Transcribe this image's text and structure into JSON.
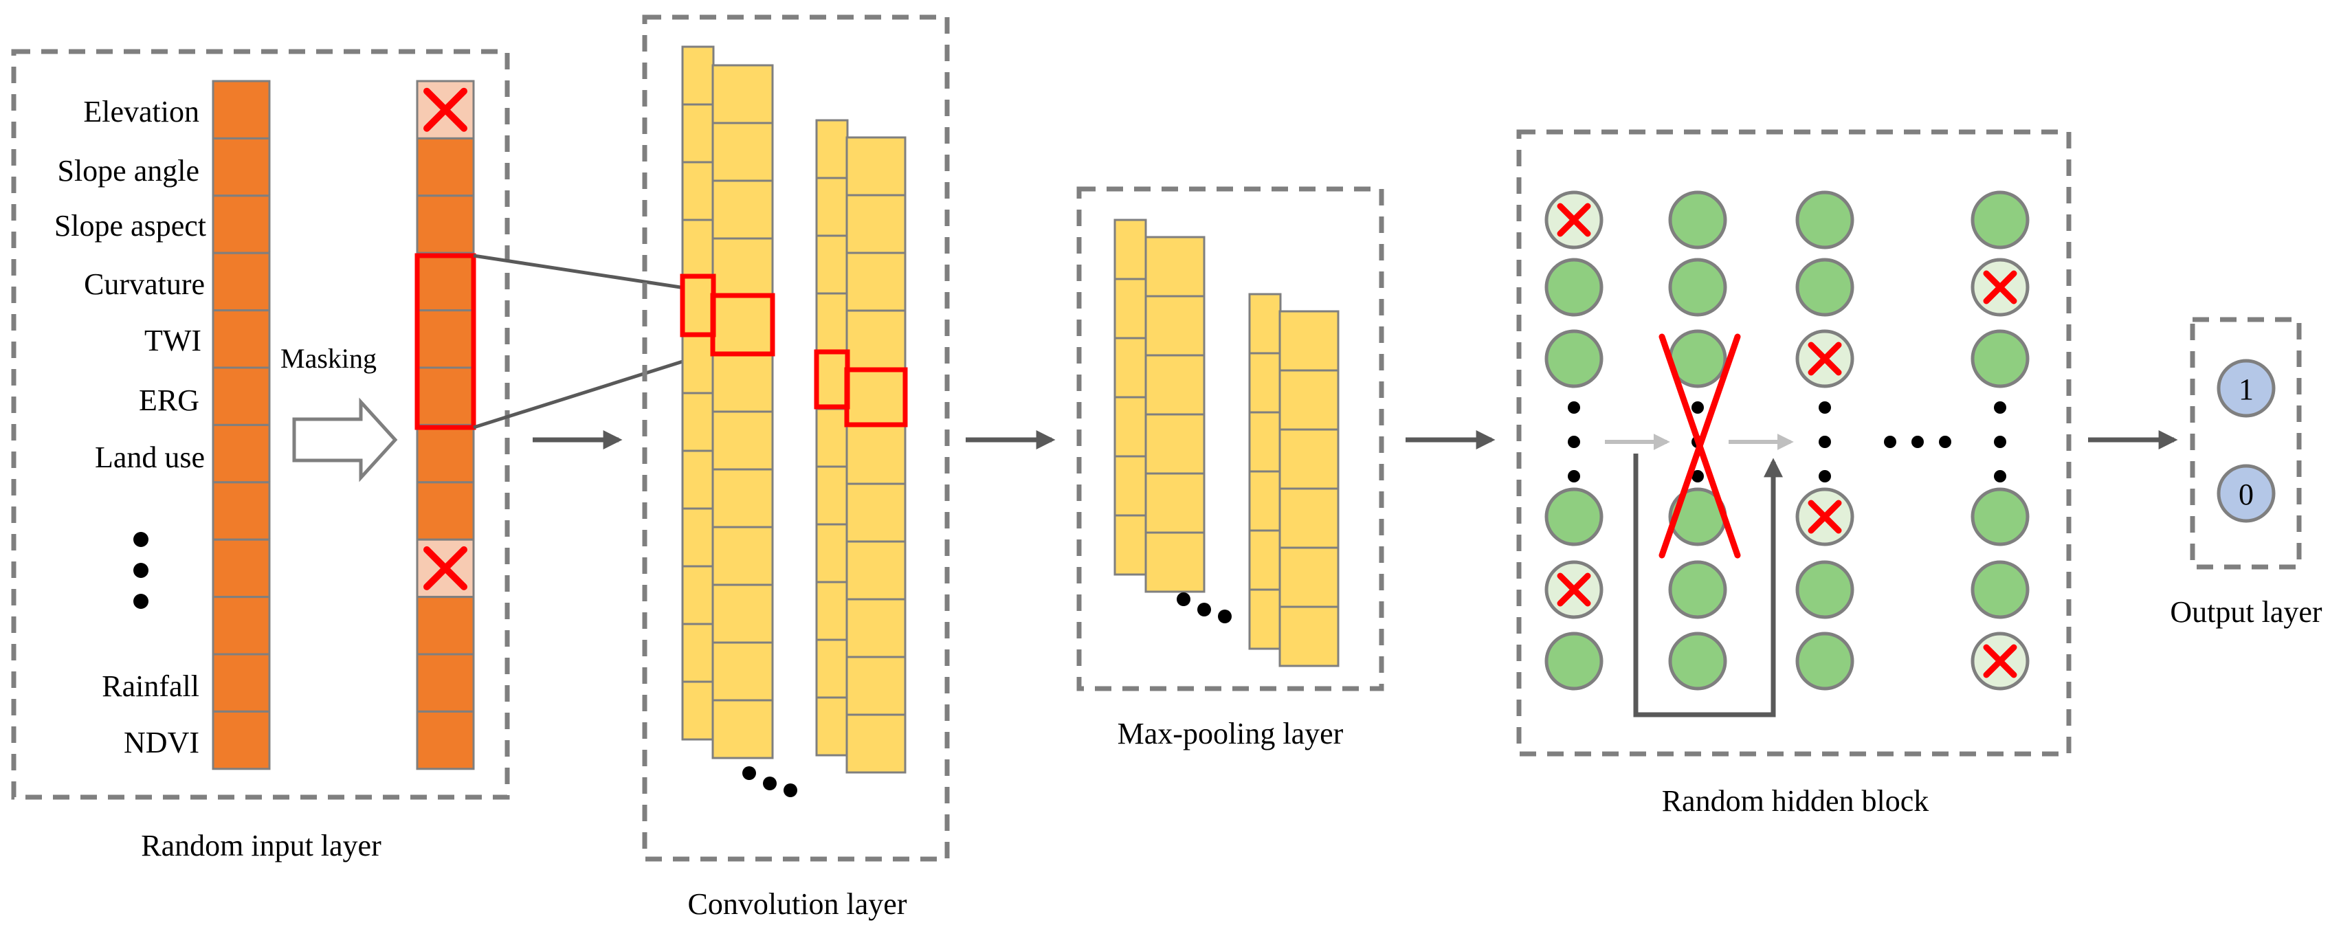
{
  "panels": {
    "input": {
      "caption": "Random input layer"
    },
    "conv": {
      "caption": "Convolution layer"
    },
    "pool": {
      "caption": "Max-pooling layer"
    },
    "hidden": {
      "caption": "Random hidden block"
    },
    "output": {
      "caption": "Output layer"
    }
  },
  "features": [
    "Elevation",
    "Slope angle",
    "Slope aspect",
    "Curvature",
    "TWI",
    "ERG",
    "Land use",
    "Rainfall",
    "NDVI"
  ],
  "masking_label": "Masking",
  "output_nodes": [
    "1",
    "0"
  ],
  "colors": {
    "input_cell": "#f07c2a",
    "masked_cell": "#f7cbb2",
    "feature_map": "#ffd966",
    "neuron": "#8fce80",
    "dropped_neuron": "#e2f0d9",
    "output_node": "#b4c7e7",
    "highlight": "#ff0000",
    "cross": "#ff0000",
    "dash_border": "#7f7f7f",
    "arrow": "#595959"
  },
  "icons": [
    "cross-icon",
    "arrow-right-icon",
    "hollow-arrow-icon",
    "ellipsis-icon",
    "skip-connection-icon"
  ]
}
